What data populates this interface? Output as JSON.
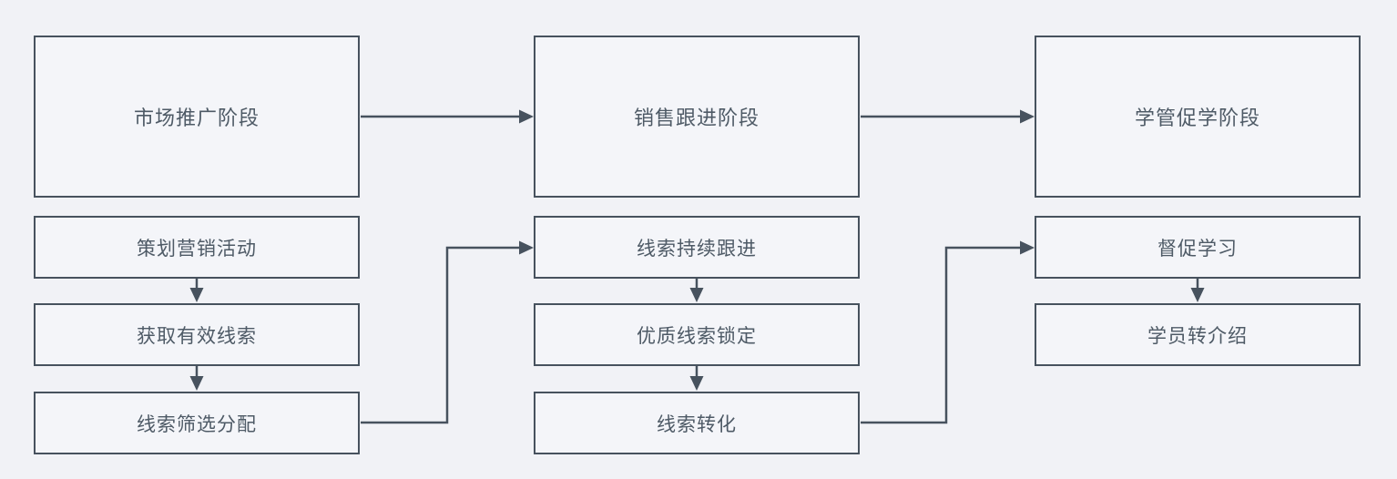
{
  "diagram": {
    "type": "flowchart",
    "columns": [
      {
        "stage": "市场推广阶段",
        "steps": [
          "策划营销活动",
          "获取有效线索",
          "线索筛选分配"
        ]
      },
      {
        "stage": "销售跟进阶段",
        "steps": [
          "线索持续跟进",
          "优质线索锁定",
          "线索转化"
        ]
      },
      {
        "stage": "学管促学阶段",
        "steps": [
          "督促学习",
          "学员转介绍"
        ]
      }
    ],
    "connections": [
      {
        "from": "市场推广阶段",
        "to": "销售跟进阶段",
        "type": "straight-arrow"
      },
      {
        "from": "销售跟进阶段",
        "to": "学管促学阶段",
        "type": "straight-arrow"
      },
      {
        "from": "策划营销活动",
        "to": "获取有效线索",
        "type": "straight-arrow"
      },
      {
        "from": "获取有效线索",
        "to": "线索筛选分配",
        "type": "straight-arrow"
      },
      {
        "from": "线索筛选分配",
        "to": "线索持续跟进",
        "type": "elbow-arrow"
      },
      {
        "from": "线索持续跟进",
        "to": "优质线索锁定",
        "type": "straight-arrow"
      },
      {
        "from": "优质线索锁定",
        "to": "线索转化",
        "type": "straight-arrow"
      },
      {
        "from": "线索转化",
        "to": "督促学习",
        "type": "elbow-arrow"
      },
      {
        "from": "督促学习",
        "to": "学员转介绍",
        "type": "straight-arrow"
      }
    ],
    "colors": {
      "background": "#f1f2f6",
      "node_fill": "#f4f5f9",
      "stroke": "#47525e",
      "text": "#4e5a66"
    }
  }
}
